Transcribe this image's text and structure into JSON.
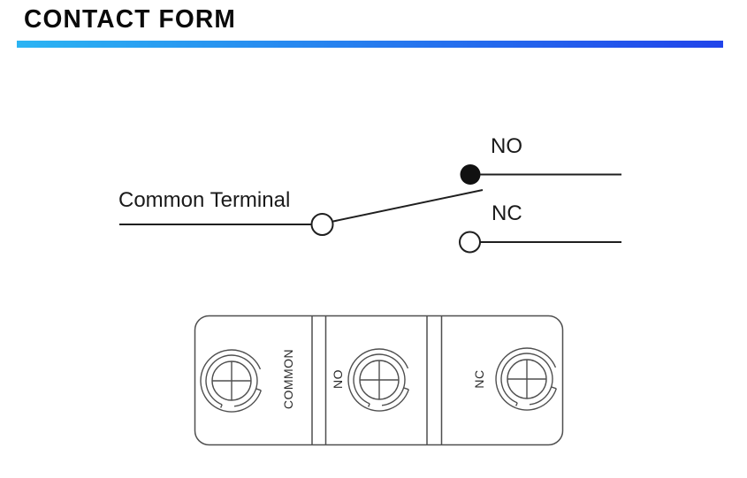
{
  "header": {
    "title": "CONTACT FORM"
  },
  "schematic": {
    "common_terminal_label": "Common Terminal",
    "no_label": "NO",
    "nc_label": "NC"
  },
  "terminal_block": {
    "labels": {
      "common": "COMMON",
      "no": "NO",
      "nc": "NC"
    }
  },
  "colors": {
    "accent_gradient_start": "#2bb4f3",
    "accent_gradient_end": "#2144ea",
    "schematic_stroke": "#1f1f1f",
    "terminal_block_stroke": "#4f4f4f",
    "no_contact_fill": "#111111"
  }
}
